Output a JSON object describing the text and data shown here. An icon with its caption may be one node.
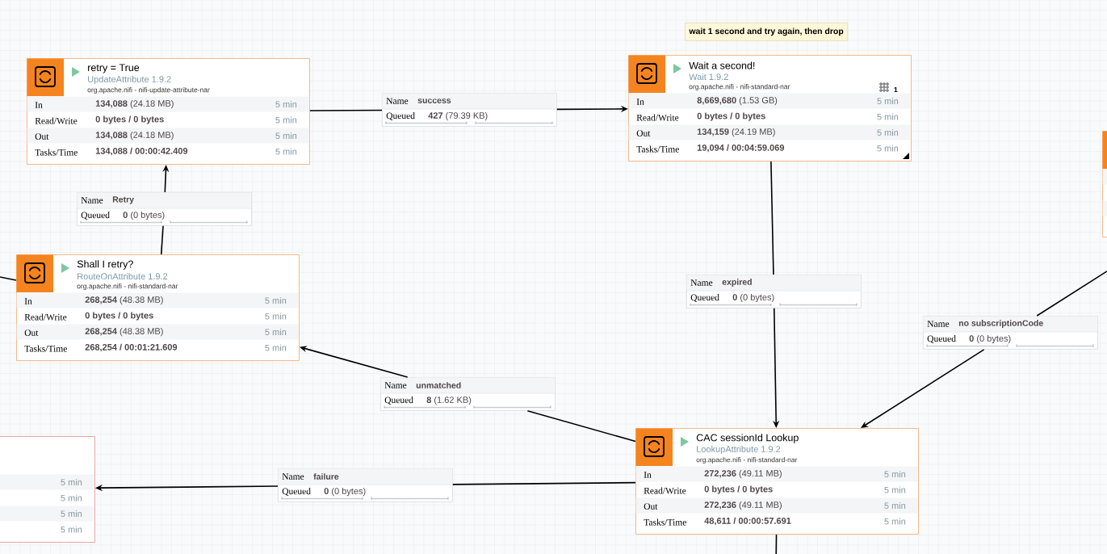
{
  "diagram": {
    "nodes": [
      {
        "text": [
          "wait 1 second and try again, then drop"
        ]
      },
      {
        "text": [
          "retry = True",
          "UpdateAttribute 1.9.2",
          "org.apache.nifi - nifi-update-attribute-nar",
          "In",
          "**134,088** (24.18 MB)",
          "5 min",
          "Read/Write",
          "**0 bytes / 0 bytes**",
          "5 min",
          "Out",
          "**134,088** (24.18 MB)",
          "5 min",
          "Tasks/Time",
          "**134,088 / 00:00:42.409**",
          "5 min"
        ]
      },
      {
        "text": [
          "Name",
          "success",
          "Queued",
          "**427** (79.39 KB)"
        ]
      },
      {
        "text": [
          "Wait a second!",
          "Wait 1.9.2",
          "org.apache.nifi - nifi-standard-nar",
          "1",
          "In",
          "**8,669,680** (1.53 GB)",
          "5 min",
          "Read/Write",
          "**0 bytes / 0 bytes**",
          "5 min",
          "Out",
          "**134,159** (24.19 MB)",
          "5 min",
          "Tasks/Time",
          "**19,094 / 00:04:59.069**",
          "5 min"
        ]
      },
      {
        "text": [
          "Name",
          "Retry",
          "Queued",
          "**0** (0 bytes)"
        ]
      },
      {
        "text": [
          "Shall I retry?",
          "RouteOnAttribute 1.9.2",
          "org.apache.nifi - nifi-standard-nar",
          "In",
          "**268,254** (48.38 MB)",
          "5 min",
          "Read/Write",
          "**0 bytes / 0 bytes**",
          "5 min",
          "Out",
          "**268,254** (48.38 MB)",
          "5 min",
          "Tasks/Time",
          "**268,254 / 00:01:21.609**",
          "5 min"
        ]
      },
      {
        "text": [
          "Name",
          "expired",
          "Queued",
          "**0** (0 bytes)"
        ]
      },
      {
        "text": [
          "Name",
          "no subscriptionCode",
          "Queued",
          "**0** (0 bytes)"
        ]
      },
      {
        "text": [
          "Name",
          "unmatched",
          "Queued",
          "**8** (1.62 KB)"
        ]
      },
      {
        "text": [
          "5 min",
          "5 min",
          "5 min",
          "5 min"
        ]
      },
      {
        "text": [
          "Name",
          "failure",
          "Queued",
          "**0** (0 bytes)"
        ]
      },
      {
        "text": [
          "CAC sessionId Lookup",
          "LookupAttribute 1.9.2",
          "org.apache.nifi - nifi-standard-nar",
          "In",
          "**272,236** (49.11 MB)",
          "5 min",
          "Read/Write",
          "**0 bytes / 0 bytes**",
          "5 min",
          "Out",
          "**272,236** (49.11 MB)",
          "5 min",
          "Tasks/Time",
          "**48,611 / 00:00:57.691**",
          "5 min"
        ]
      },
      {
        "text": [],
        "shape": "box"
      }
    ],
    "edges": [
      {
        "from": 1,
        "to": 2,
        "arrow": "none"
      },
      {
        "from": 2,
        "to": 3,
        "arrow": "to"
      },
      {
        "from": 5,
        "to": 4,
        "arrow": "none"
      },
      {
        "from": 4,
        "to": 1,
        "arrow": "to"
      },
      {
        "from": 3,
        "to": 6,
        "arrow": "none"
      },
      {
        "from": 6,
        "to": 11,
        "arrow": "to"
      },
      {
        "from": 12,
        "to": 7,
        "arrow": "none"
      },
      {
        "from": 7,
        "to": 11,
        "arrow": "to"
      },
      {
        "from": 11,
        "to": 8,
        "arrow": "none"
      },
      {
        "from": 8,
        "to": 5,
        "arrow": "to"
      },
      {
        "from": 11,
        "to": 10,
        "arrow": "none"
      },
      {
        "from": 10,
        "to": 9,
        "arrow": "to"
      },
      {
        "from": 5,
        "to": null,
        "arrow": "none"
      },
      {
        "from": 11,
        "to": null,
        "arrow": "none"
      }
    ]
  }
}
